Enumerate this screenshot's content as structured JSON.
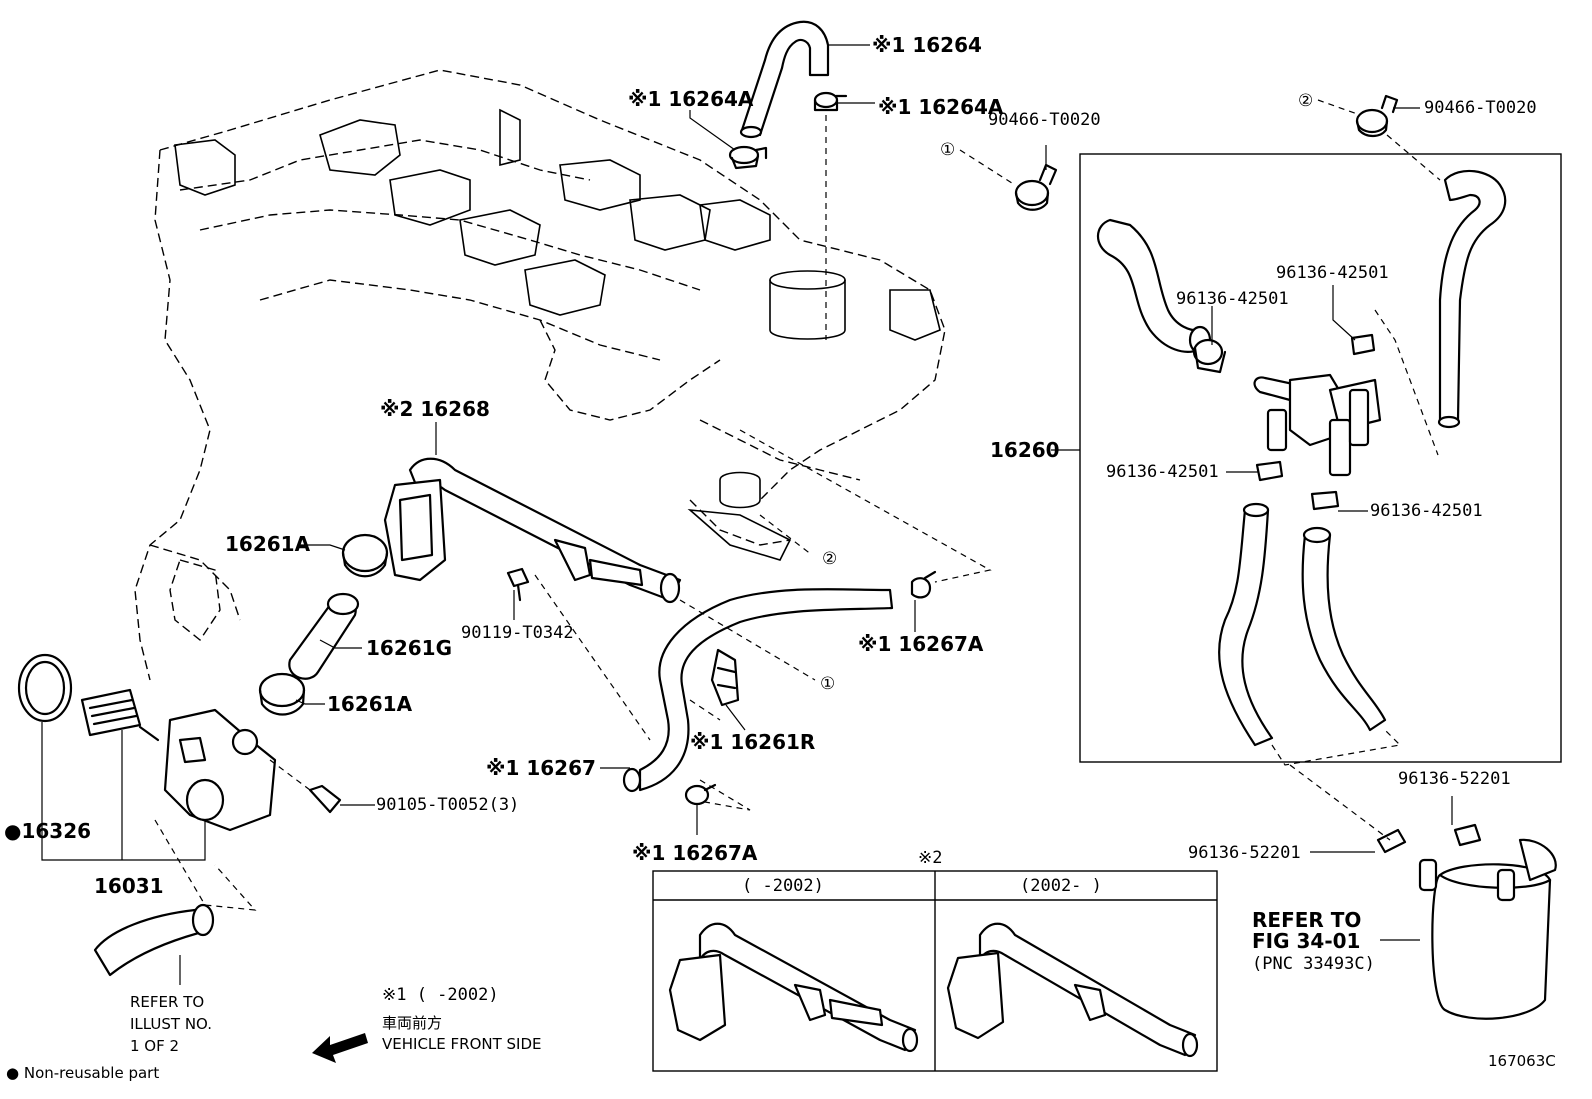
{
  "labels": {
    "p16264": "※1 16264",
    "p16264A_left": "※1 16264A",
    "p16264A_right": "※1 16264A",
    "p90466_left": "90466-T0020",
    "p90466_right": "90466-T0020",
    "circ1_top": "①",
    "circ2_top": "②",
    "p96136_42501_a": "96136-42501",
    "p96136_42501_b": "96136-42501",
    "p96136_42501_c": "96136-42501",
    "p96136_42501_d": "96136-42501",
    "p16260": "16260",
    "p16268": "※2 16268",
    "p16261A_top": "16261A",
    "p16261G": "16261G",
    "p16261A_bottom": "16261A",
    "p90119": "90119-T0342",
    "p16267A_right": "※1 16267A",
    "circ2_mid": "②",
    "circ1_mid": "①",
    "p16261R": "※1 16261R",
    "p16267": "※1 16267",
    "p16267A_bottom": "※1 16267A",
    "p90105": "90105-T0052(3)",
    "p16326": "●16326",
    "p16031": "16031",
    "p96136_52201_a": "96136-52201",
    "p96136_52201_b": "96136-52201",
    "refer_fig_1": "REFER TO",
    "refer_fig_2": "FIG 34-01",
    "refer_fig_3": "(PNC 33493C)",
    "refer_illust_1": "REFER TO",
    "refer_illust_2": "ILLUST NO.",
    "refer_illust_3": "1 OF 2",
    "inset_note": "※2",
    "inset_left_header": "(      -2002)",
    "inset_right_header": "(2002-      )",
    "note1": "※1 (      -2002)",
    "vehicle_front_jp": "車両前方",
    "vehicle_front_en": "VEHICLE FRONT SIDE",
    "legend": "● Non-reusable part",
    "fig_code": "167063C"
  }
}
